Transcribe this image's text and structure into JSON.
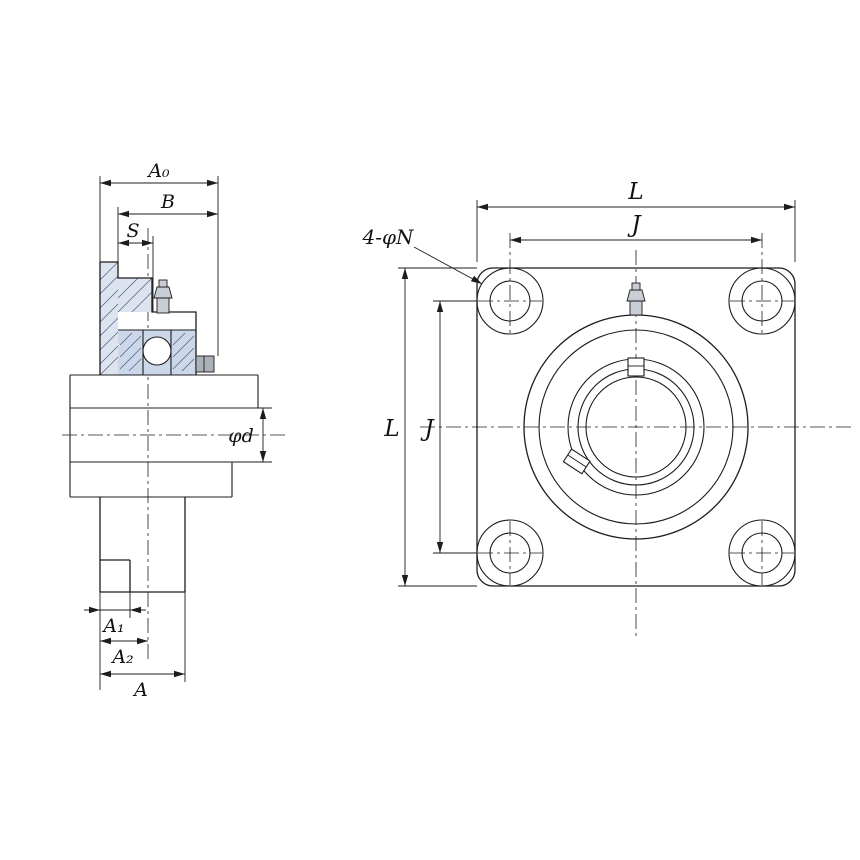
{
  "page": {
    "background": "#ffffff"
  },
  "drawing": {
    "kind": "technical dimension drawing",
    "subject": "4-bolt square flange bearing unit, side section and front view",
    "views": {
      "side": {
        "dims": {
          "a0": "A₀",
          "b": "B",
          "s": "S",
          "phi_d": "φd",
          "a1": "A₁",
          "a2": "A₂",
          "a": "A"
        }
      },
      "front": {
        "dims": {
          "l_top": "L",
          "j_top": "J",
          "l_side": "L",
          "j_side": "J"
        },
        "callouts": {
          "bolt_holes": "4-φN"
        }
      }
    },
    "colors": {
      "line": "#1c1c1c",
      "bearing_tint": "#ccd7ea",
      "metal_tint": "#dde4f0",
      "fitting_gray": "#c9cdd5",
      "screw_gray": "#aab1bb",
      "background": "#ffffff"
    }
  }
}
